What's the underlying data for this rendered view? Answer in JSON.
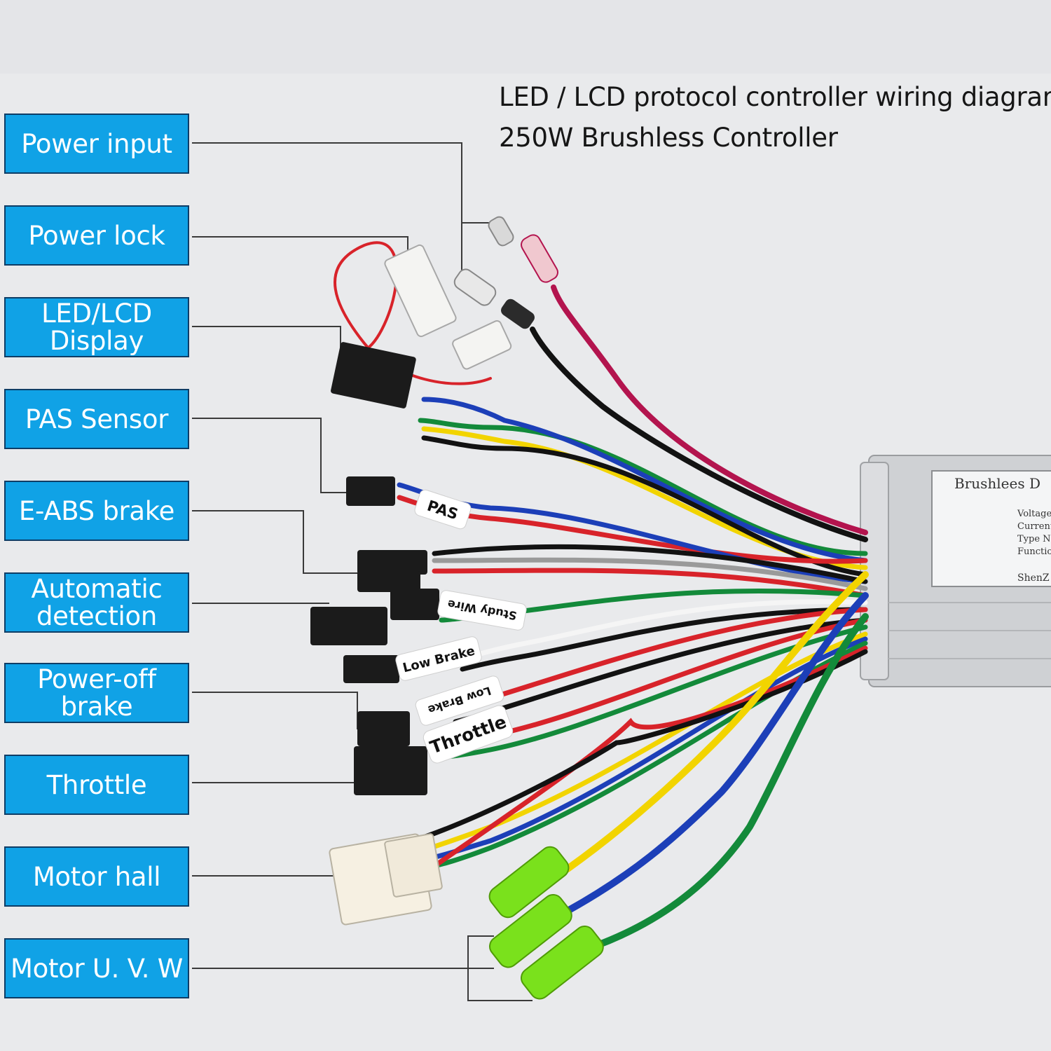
{
  "title": {
    "line1": "LED / LCD protocol controller wiring diagram",
    "line2": "250W Brushless Controller"
  },
  "labels": [
    "Power input",
    "Power lock",
    "LED/LCD\nDisplay",
    "PAS Sensor",
    "E-ABS brake",
    "Automatic\ndetection",
    "Power-off\nbrake",
    "Throttle",
    "Motor hall",
    "Motor U. V. W"
  ],
  "wire_tags": {
    "pas": "PAS",
    "study": "Study Wire",
    "low1": "Low Brake",
    "low2": "Low Brake",
    "throttle": "Throttle"
  },
  "controller": {
    "heading": "Brushlees D",
    "lines": [
      "Voltage",
      "Current",
      "Type N",
      "Functio"
    ],
    "maker": "ShenZ"
  },
  "colors": {
    "label_fill": "#10a2e6",
    "label_border": "#0e3d66",
    "background": "#e9eaec"
  }
}
